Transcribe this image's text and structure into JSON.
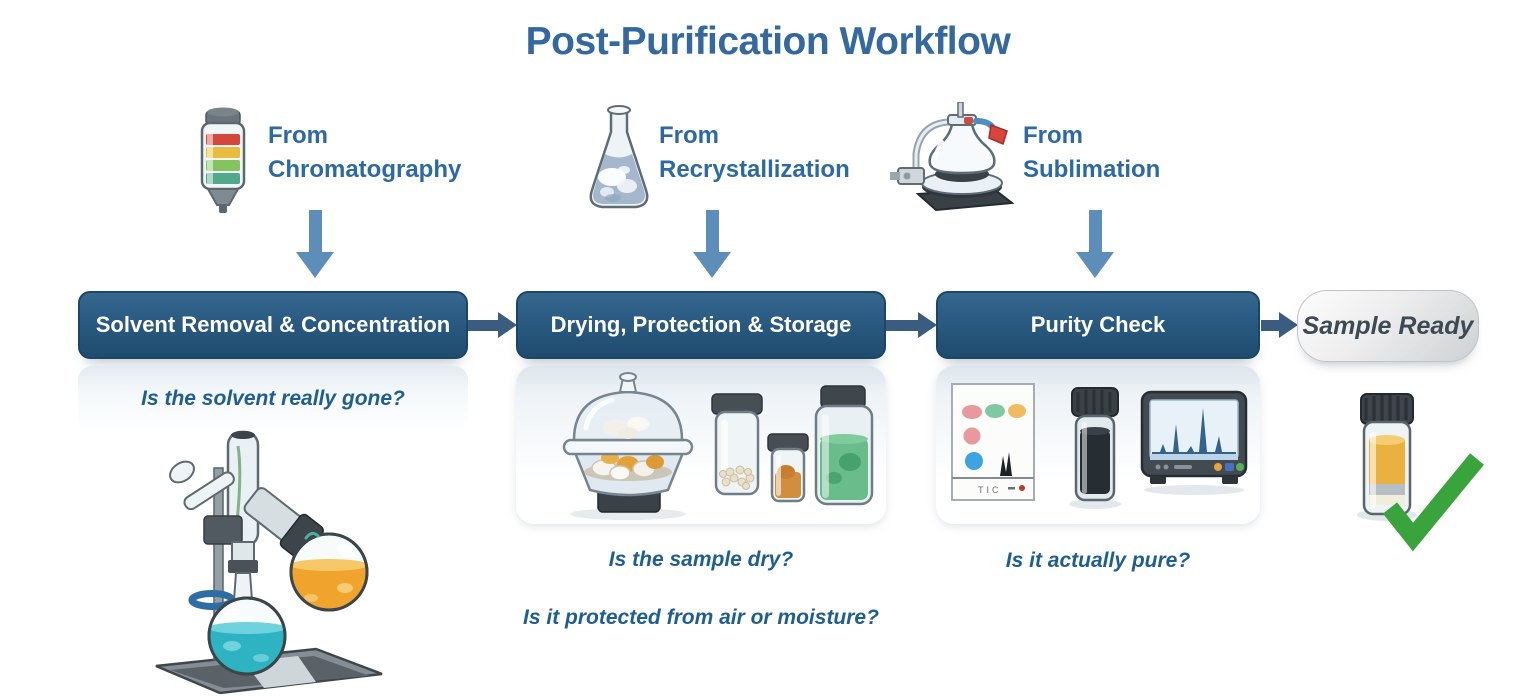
{
  "title": "Post-Purification Workflow",
  "sources": [
    {
      "label": "From Chromatography",
      "icon": "chromatography-column-icon"
    },
    {
      "label": "From Recrystallization",
      "icon": "recrystallization-flask-icon"
    },
    {
      "label": "From Sublimation",
      "icon": "sublimation-apparatus-icon"
    }
  ],
  "stages": [
    {
      "label": "Solvent Removal & Concentration",
      "question": "Is the solvent really gone?",
      "illustration": "rotary-evaporator-illustration"
    },
    {
      "label": "Drying, Protection & Storage",
      "question": "Is the sample dry?",
      "question2": "Is it protected from air or moisture?",
      "illustration": "desiccator-vials-illustration"
    },
    {
      "label": "Purity Check",
      "question": "Is it actually pure?",
      "illustration": "tlc-vial-monitor-illustration"
    }
  ],
  "result": {
    "label": "Sample Ready",
    "icon": "sample-vial-checkmark-icon"
  },
  "purity_panel": {
    "tlc_plate_label": "TIC"
  },
  "colors": {
    "title_blue": "#33699f",
    "source_label_blue": "#2d6aa3",
    "question_blue": "#1f5e94",
    "stage_box_top": "#35678f",
    "stage_box_bottom": "#1f4c6e",
    "flow_arrow": "#3a5d7f",
    "down_arrow": "#5d8db9",
    "sample_ready_text": "#3d4a53",
    "checkmark_green": "#3aa43c"
  }
}
